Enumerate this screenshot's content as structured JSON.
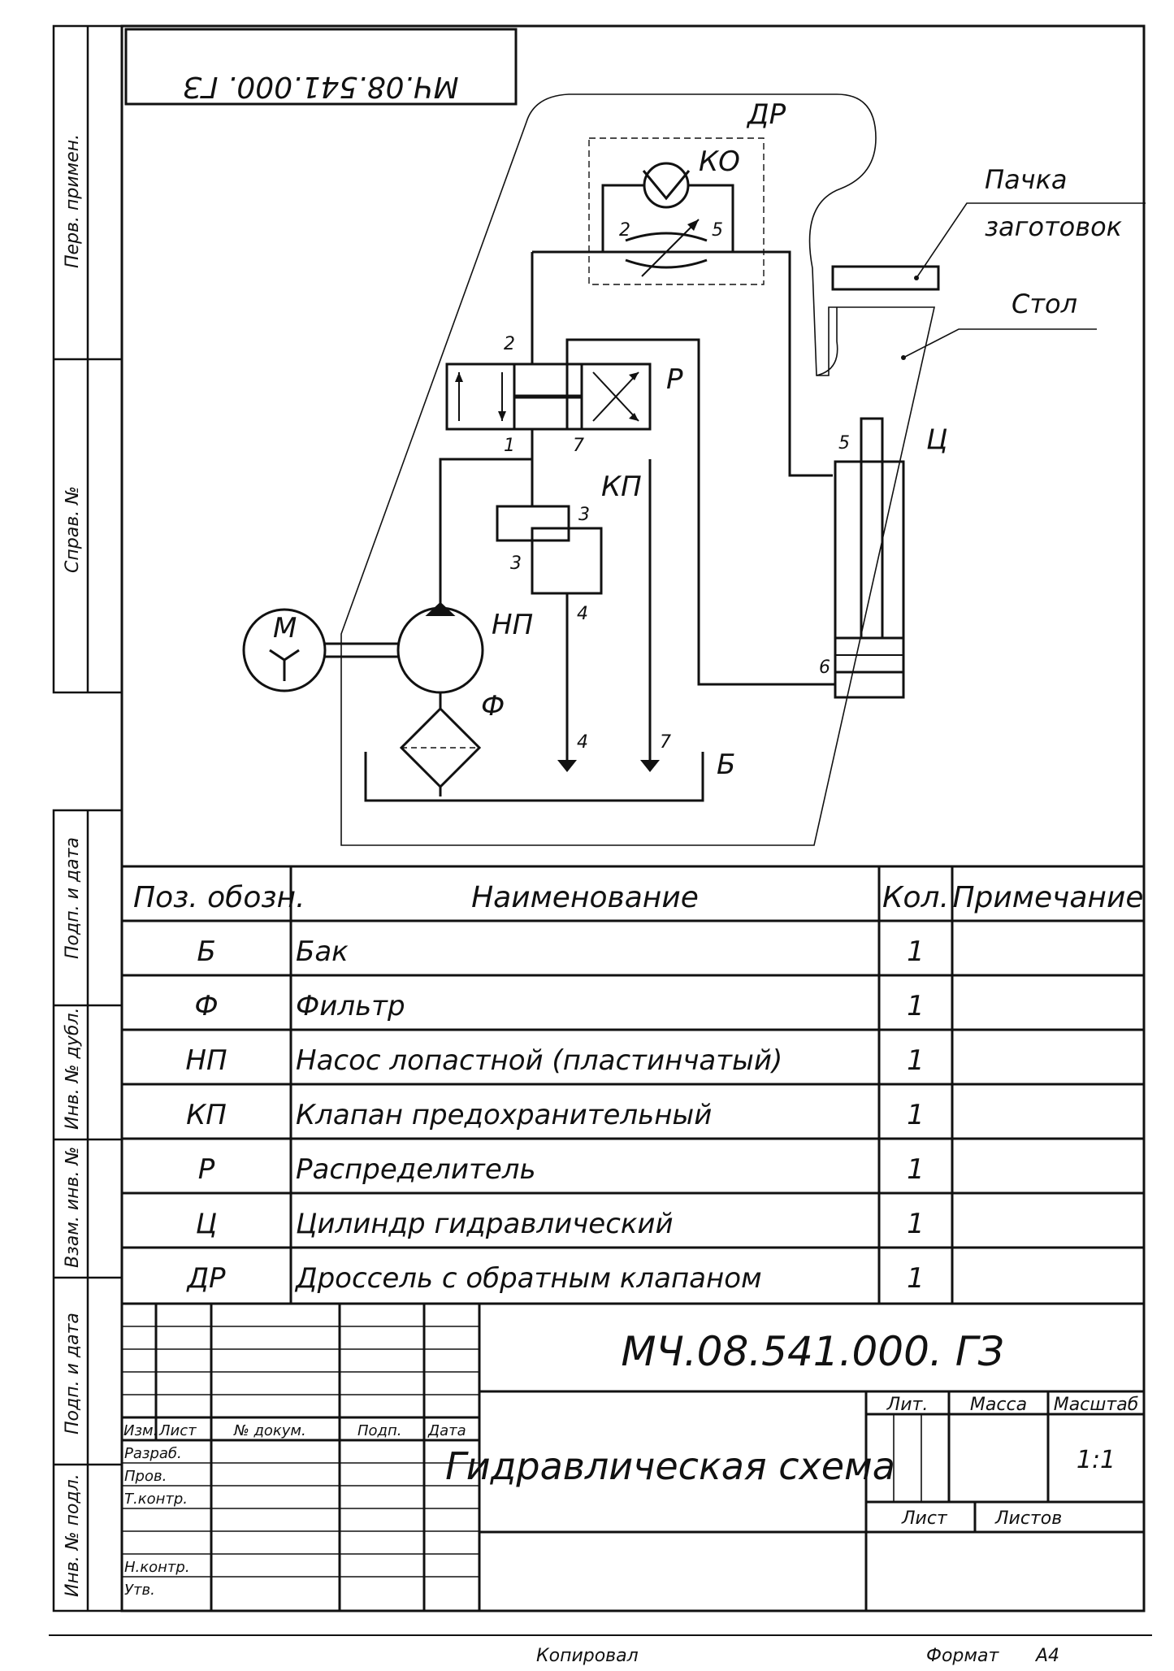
{
  "stamp_code": "МЧ.08.541.000. ГЗ",
  "side_labels": {
    "perv_primen": "Перв. примен.",
    "sprav_no": "Справ. №",
    "podp_data_1": "Подп. и дата",
    "inv_dubl": "Инв. № дубл.",
    "vzam_inv": "Взам. инв. №",
    "podp_data_2": "Подп. и дата",
    "inv_podl": "Инв. № подл."
  },
  "diagram": {
    "labels": {
      "dr": "ДР",
      "ko": "КО",
      "r": "Р",
      "kp": "КП",
      "np": "НП",
      "m": "М",
      "f": "Ф",
      "b": "Б",
      "c": "Ц",
      "pack_line1": "Пачка",
      "pack_line2": "заготовок",
      "stol": "Стол"
    },
    "ports": [
      "2",
      "5",
      "2",
      "1",
      "7",
      "3",
      "3",
      "4",
      "4",
      "7",
      "5",
      "6"
    ]
  },
  "table": {
    "headers": {
      "pos": "Поз. обозн.",
      "name": "Наименование",
      "qty": "Кол.",
      "note": "Примечание"
    },
    "rows": [
      {
        "pos": "Б",
        "name": "Бак",
        "qty": "1"
      },
      {
        "pos": "Ф",
        "name": "Фильтр",
        "qty": "1"
      },
      {
        "pos": "НП",
        "name": "Насос лопастной (пластинчатый)",
        "qty": "1"
      },
      {
        "pos": "КП",
        "name": "Клапан предохранительный",
        "qty": "1"
      },
      {
        "pos": "Р",
        "name": "Распределитель",
        "qty": "1"
      },
      {
        "pos": "Ц",
        "name": "Цилиндр гидравлический",
        "qty": "1"
      },
      {
        "pos": "ДР",
        "name": "Дроссель с обратным клапаном",
        "qty": "1"
      }
    ]
  },
  "title_block": {
    "code": "МЧ.08.541.000. ГЗ",
    "title": "Гидравлическая схема",
    "cols": {
      "izm": "Изм.",
      "list": "Лист",
      "doc": "№ докум.",
      "podp": "Подп.",
      "data": "Дата"
    },
    "roles": [
      "Разраб.",
      "Пров.",
      "Т.контр.",
      "",
      "Н.контр.",
      "Утв."
    ],
    "lit": "Лит.",
    "massa": "Масса",
    "masshtab": "Масштаб",
    "scale_value": "1:1",
    "list": "Лист",
    "listov": "Листов"
  },
  "footer": {
    "kopiroval": "Копировал",
    "format_label": "Формат",
    "format_value": "А4"
  }
}
